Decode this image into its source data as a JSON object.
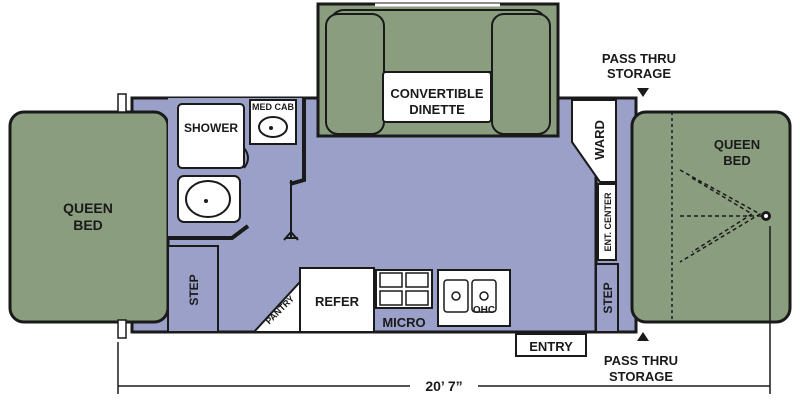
{
  "floorplan": {
    "labels": {
      "queen_bed_left": [
        "QUEEN",
        "BED"
      ],
      "queen_bed_right": [
        "QUEEN",
        "BED"
      ],
      "shower": "SHOWER",
      "med_cab": "MED CAB",
      "convertible_dinette": [
        "CONVERTIBLE",
        "DINETTE"
      ],
      "ward": "WARD",
      "ent_center": "ENT. CENTER",
      "step_left": "STEP",
      "step_right": "STEP",
      "pantry": "PANTRY",
      "refer": "REFER",
      "micro": "MICRO",
      "ohc": "OHC",
      "entry": "ENTRY",
      "pass_thru_top": [
        "PASS THRU",
        "STORAGE"
      ],
      "pass_thru_bottom": [
        "PASS THRU",
        "STORAGE"
      ],
      "overall_length": "20’ 7”"
    },
    "colors": {
      "floor": "#9aa0c8",
      "bed": "#8a9e7f",
      "outline": "#1a1a1a",
      "fixture": "#ffffff"
    }
  }
}
